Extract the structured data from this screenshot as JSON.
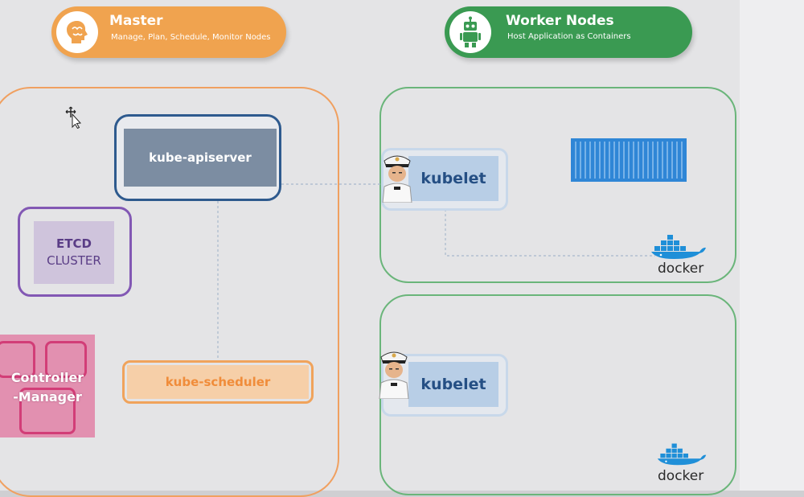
{
  "master": {
    "title": "Master",
    "subtitle": "Manage, Plan, Schedule, Monitor Nodes",
    "icon": "brain-icon",
    "color": "#f0a34f"
  },
  "worker": {
    "title": "Worker Nodes",
    "subtitle": "Host Application as Containers",
    "icon": "robot-icon",
    "color": "#3a9a52"
  },
  "components": {
    "apiserver": "kube-apiserver",
    "etcd_line1": "ETCD",
    "etcd_line2": "CLUSTER",
    "controller_line1": "Controller",
    "controller_line2": "-Manager",
    "scheduler": "kube-scheduler"
  },
  "nodes": [
    {
      "agent": "kubelet",
      "runtime": "docker"
    },
    {
      "agent": "kubelet",
      "runtime": "docker"
    }
  ],
  "colors": {
    "apiserver": "#2e5a8e",
    "etcd": "#8258b4",
    "controller": "#d23d77",
    "scheduler": "#f0a35b",
    "kubelet": "#254f84",
    "container": "#2f86d6"
  }
}
